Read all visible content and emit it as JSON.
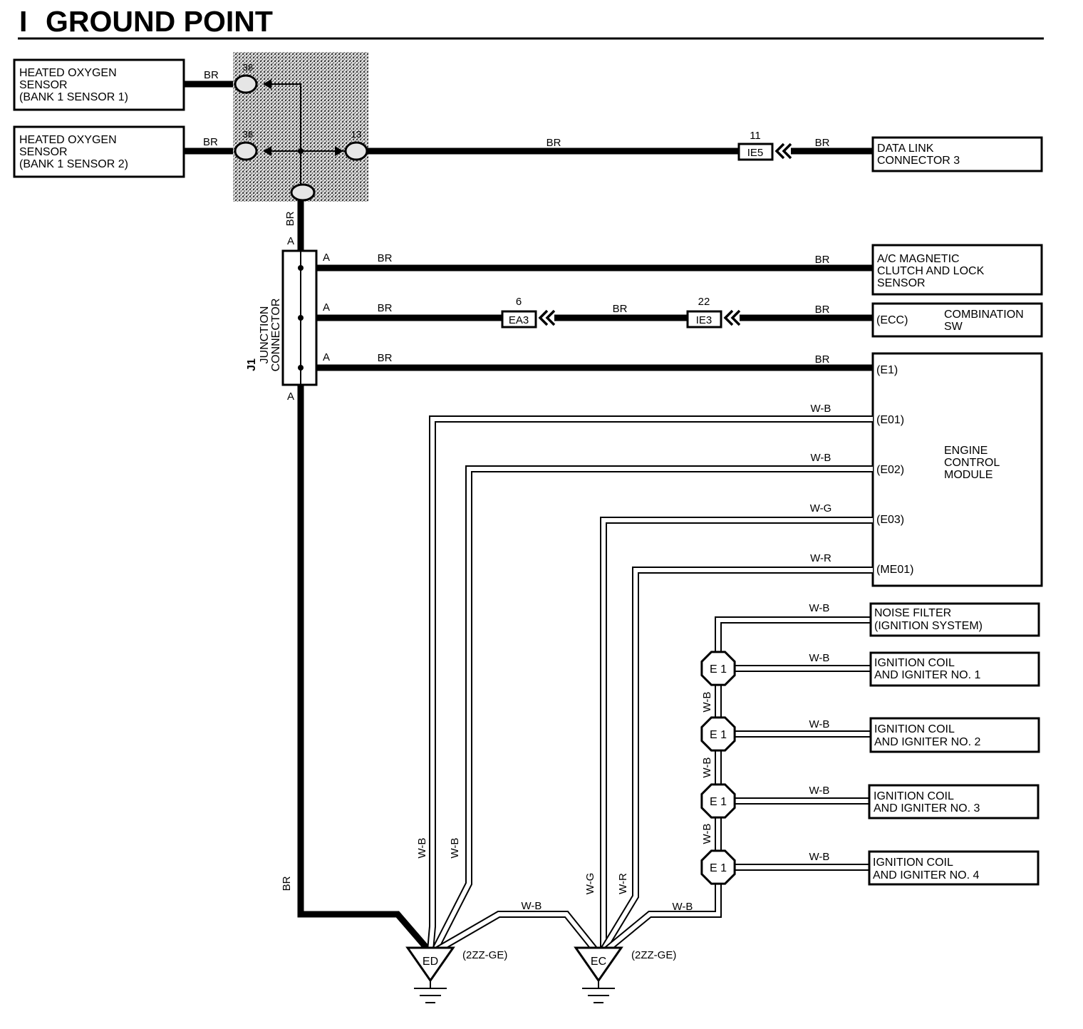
{
  "title": {
    "section": "I",
    "text": "GROUND POINT"
  },
  "left_components": {
    "o2_bank1_sensor1": {
      "lines": [
        "HEATED OXYGEN",
        "SENSOR",
        "(BANK 1 SENSOR 1)"
      ],
      "wire_color": "BR"
    },
    "o2_bank1_sensor2": {
      "lines": [
        "HEATED OXYGEN",
        "SENSOR",
        "(BANK 1 SENSOR 2)"
      ],
      "wire_color": "BR"
    }
  },
  "splice": {
    "pins": [
      "38",
      "38",
      "13"
    ],
    "wire_out": "BR"
  },
  "data_link": {
    "lines": [
      "DATA LINK",
      "CONNECTOR 3"
    ],
    "wire_color_left": "BR",
    "wire_color_right": "BR",
    "connector": {
      "code": "IE5",
      "pin": "11"
    }
  },
  "junction": {
    "id": "J1",
    "name": [
      "JUNCTION",
      "CONNECTOR"
    ],
    "pin_in": "A",
    "pin_out": "A",
    "branch_pins": [
      "A",
      "A",
      "A"
    ],
    "wire_out": "BR"
  },
  "ac_clutch": {
    "lines": [
      "A/C MAGNETIC",
      "CLUTCH AND LOCK",
      "SENSOR"
    ],
    "wire_color_left": "BR",
    "wire_color_right": "BR"
  },
  "combination_sw": {
    "pin": "(ECC)",
    "lines": [
      "COMBINATION",
      "SW"
    ],
    "wire_colors": [
      "BR",
      "BR",
      "BR"
    ],
    "connectors": [
      {
        "code": "EA3",
        "pin": "6"
      },
      {
        "code": "IE3",
        "pin": "22"
      }
    ]
  },
  "ecm": {
    "name": [
      "ENGINE",
      "CONTROL",
      "MODULE"
    ],
    "pins": [
      "(E1)",
      "(E01)",
      "(E02)",
      "(E03)",
      "(ME01)"
    ],
    "e1_wire": {
      "left": "BR",
      "right": "BR"
    },
    "wire_colors": [
      "W-B",
      "W-B",
      "W-G",
      "W-R"
    ],
    "vertical_labels": [
      "W-B",
      "W-B",
      "W-G",
      "W-R"
    ]
  },
  "noise_filter": {
    "lines": [
      "NOISE FILTER",
      "(IGNITION SYSTEM)"
    ],
    "wire_color": "W-B"
  },
  "igniters": [
    {
      "lines": [
        "IGNITION COIL",
        "AND IGNITER NO. 1"
      ],
      "wire_color": "W-B"
    },
    {
      "lines": [
        "IGNITION COIL",
        "AND IGNITER NO. 2"
      ],
      "wire_color": "W-B"
    },
    {
      "lines": [
        "IGNITION COIL",
        "AND IGNITER NO. 3"
      ],
      "wire_color": "W-B"
    },
    {
      "lines": [
        "IGNITION COIL",
        "AND IGNITER NO. 4"
      ],
      "wire_color": "W-B"
    }
  ],
  "ignition_ground": {
    "splice_label": "E 1",
    "chain_labels": [
      "W-B",
      "W-B",
      "W-B"
    ],
    "to_ground": "W-B"
  },
  "grounds": [
    {
      "code": "ED",
      "engine": "(2ZZ-GE)"
    },
    {
      "code": "EC",
      "engine": "(2ZZ-GE)"
    }
  ],
  "ground_link": "W-B",
  "main_ground_wire": "BR",
  "colors": {
    "ink": "#000000",
    "paper": "#ffffff",
    "shade": "#d8d8d8"
  }
}
